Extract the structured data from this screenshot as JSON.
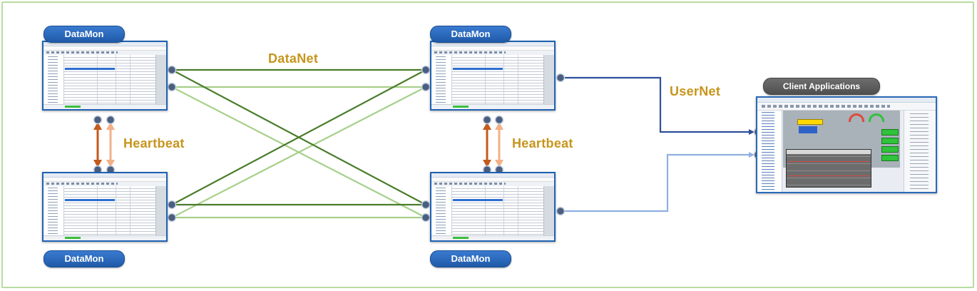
{
  "labels": {
    "datamon_top_left": "DataMon",
    "datamon_top_right": "DataMon",
    "datamon_bottom_left": "DataMon",
    "datamon_bottom_right": "DataMon",
    "datanet": "DataNet",
    "heartbeat_left": "Heartbeat",
    "heartbeat_right": "Heartbeat",
    "usernet": "UserNet",
    "client_applications": "Client Applications"
  },
  "colors": {
    "datanet_primary": "#4a7d2b",
    "datanet_secondary": "#a6d08a",
    "usernet_primary": "#2f4f9a",
    "usernet_secondary": "#8fb0e0",
    "heartbeat_primary": "#c45a1c",
    "heartbeat_secondary": "#f2b088",
    "label_gold": "#c7951c",
    "pill_blue": "#2363b5",
    "pill_gray": "#5a5a5a",
    "port_fill": "#4a5f80",
    "frame_border": "#b9dca0"
  },
  "icons": {
    "server_window": "datamon-app-screenshot",
    "client_window": "hmi-app-screenshot",
    "port": "network-port-dot"
  }
}
